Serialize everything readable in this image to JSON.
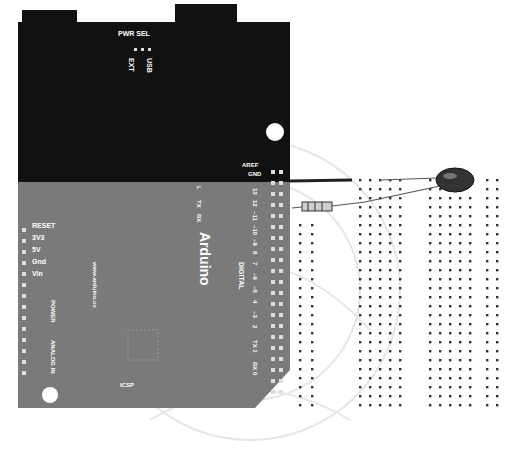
{
  "diagram": {
    "labels": [
      "PWR SEL",
      "EXT",
      "USB",
      "AREF",
      "GND",
      "13",
      "12",
      "~11",
      "~10",
      "~9",
      "8",
      "7",
      "~6",
      "~5",
      "4",
      "~3",
      "2",
      "TX 1",
      "RX 0",
      "DIGITAL",
      "L",
      "TX",
      "RX",
      "Arduino",
      "RESET",
      "3V3",
      "5V",
      "Gnd",
      "Vin",
      "POWER",
      "www.arduino.cc",
      "ANALOG IN",
      "ICSP"
    ]
  }
}
